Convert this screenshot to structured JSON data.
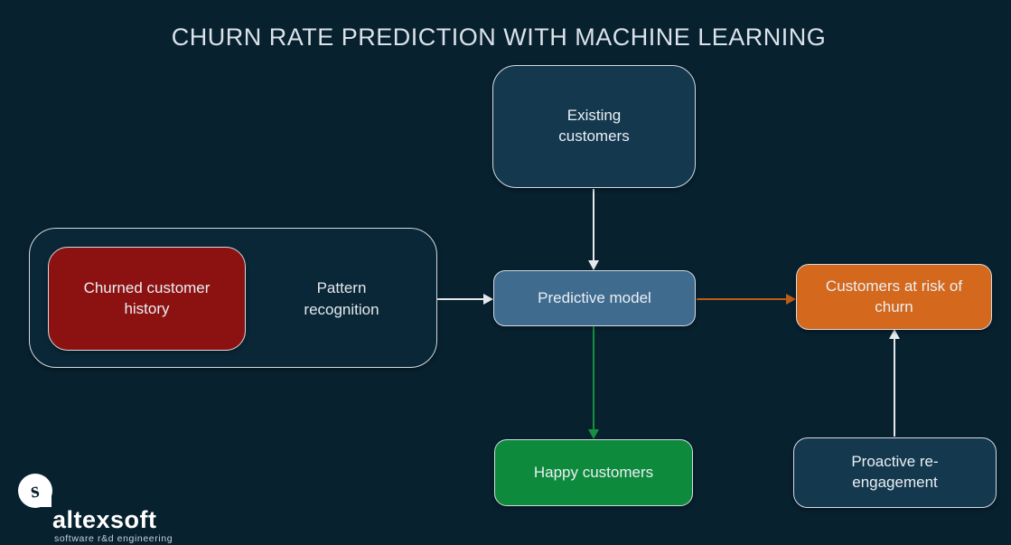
{
  "title": "CHURN RATE PREDICTION WITH MACHINE LEARNING",
  "nodes": {
    "existing_customers": {
      "label": "Existing customers",
      "color": "#14384e"
    },
    "churned_history": {
      "label": "Churned customer history",
      "color": "#8c1211"
    },
    "pattern_recognition": {
      "label": "Pattern recognition"
    },
    "predictive_model": {
      "label": "Predictive model",
      "color": "#3f6b8f"
    },
    "customers_at_risk": {
      "label": "Customers at risk of churn",
      "color": "#d4681c"
    },
    "happy_customers": {
      "label": "Happy customers",
      "color": "#0e8a3c"
    },
    "proactive_reengagement": {
      "label": "Proactive re-engagement",
      "color": "#14384e"
    }
  },
  "edges": [
    {
      "from": "existing_customers",
      "to": "predictive_model",
      "color_key": "white"
    },
    {
      "from": "pattern_recognition",
      "to": "predictive_model",
      "color_key": "white"
    },
    {
      "from": "predictive_model",
      "to": "customers_at_risk",
      "color_key": "orange"
    },
    {
      "from": "predictive_model",
      "to": "happy_customers",
      "color_key": "green"
    },
    {
      "from": "proactive_reengagement",
      "to": "customers_at_risk",
      "color_key": "white"
    }
  ],
  "edge_colors": {
    "white": "#e6e9ec",
    "orange": "#bd5d14",
    "green": "#169040"
  },
  "colors": {
    "background": "#07212f",
    "border": "#d4dbe1",
    "title_text": "#dbe2e9",
    "node_text": "#eaeff4"
  },
  "logo": {
    "mark_letter": "s",
    "name": "altexsoft",
    "tagline": "software r&d engineering"
  }
}
